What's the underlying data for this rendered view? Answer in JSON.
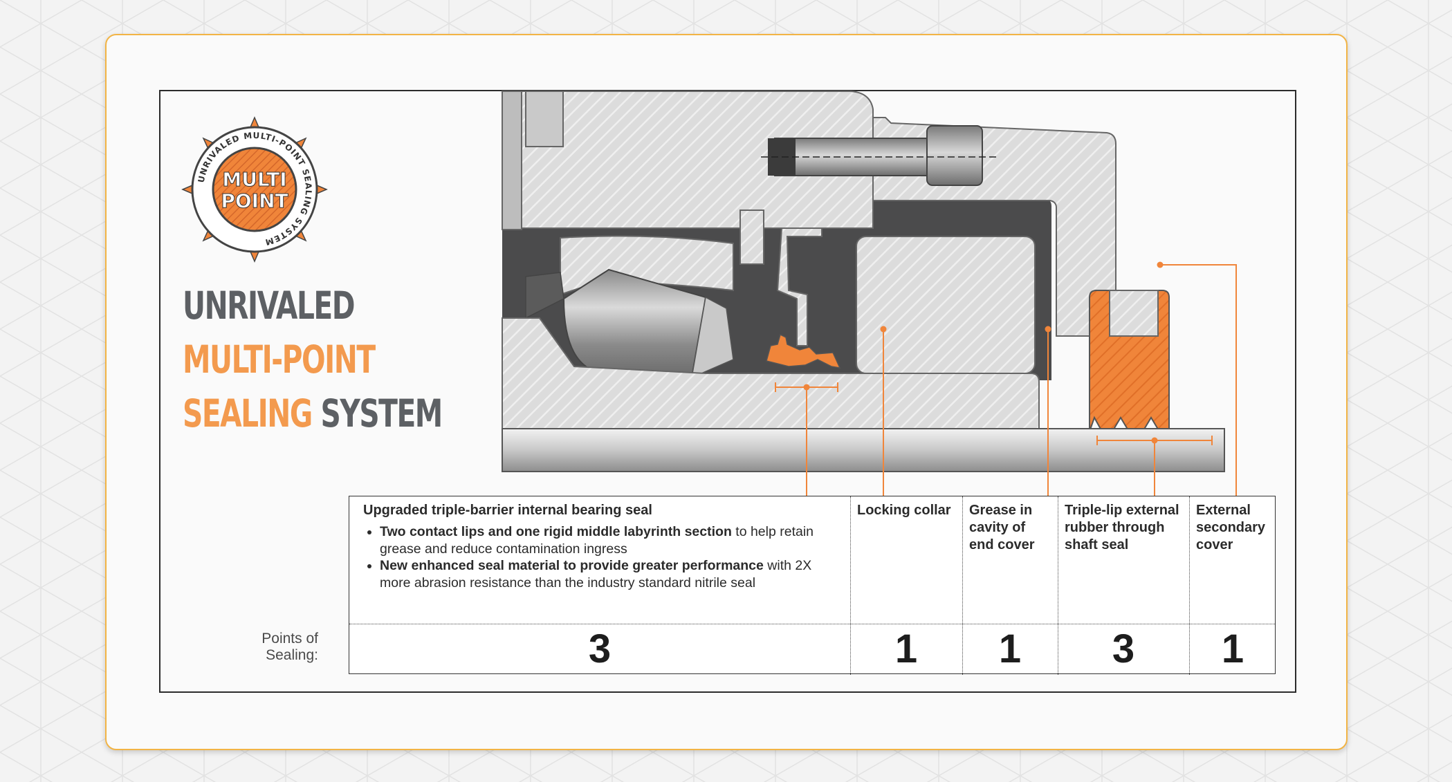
{
  "logo": {
    "ring_text": "UNRIVALED MULTI-POINT SEALING SYSTEM",
    "line1": "MULTI",
    "line2": "POINT"
  },
  "title": {
    "line1": "UNRIVALED",
    "line2": "MULTI-POINT",
    "line3_orange": "SEALING",
    "line3_gray": "SYSTEM"
  },
  "colors": {
    "accent": "#f39a4e",
    "dark": "#4a4b4d",
    "light_gray": "#d9d9d9",
    "border_gold": "#f2b445"
  },
  "table": {
    "row_label": "Points of Sealing:",
    "col1": {
      "heading": "Upgraded triple-barrier internal bearing seal",
      "bullets": [
        {
          "bold": "Two contact lips and one rigid middle labyrinth section",
          "rest": " to help retain grease and reduce contamination ingress"
        },
        {
          "bold": "New enhanced seal material to provide greater performance",
          "rest": " with 2X more abrasion resistance than the industry standard nitrile seal"
        }
      ],
      "points": "3"
    },
    "col2": {
      "heading": "Locking collar",
      "points": "1"
    },
    "col3": {
      "heading": "Grease in cavity of end cover",
      "points": "1"
    },
    "col4": {
      "heading": "Triple-lip external rubber through shaft seal",
      "points": "3"
    },
    "col5": {
      "heading": "External secondary cover",
      "points": "1"
    }
  }
}
